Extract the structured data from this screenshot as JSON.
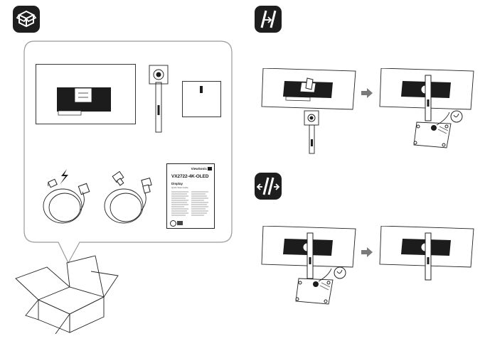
{
  "step_icons": [
    "package-contents-icon",
    "attach-stand-icon",
    "detach-stand-icon"
  ],
  "manual": {
    "brand": "ViewSonic",
    "model": "VX2722-4K-OLED",
    "title": "Display",
    "subtitle": "Quick Start Guide"
  },
  "colors": {
    "badge": "#1e1e1e",
    "panel_border": "#9a9a9a",
    "arrow": "#7a7a7a",
    "line": "#222222"
  }
}
